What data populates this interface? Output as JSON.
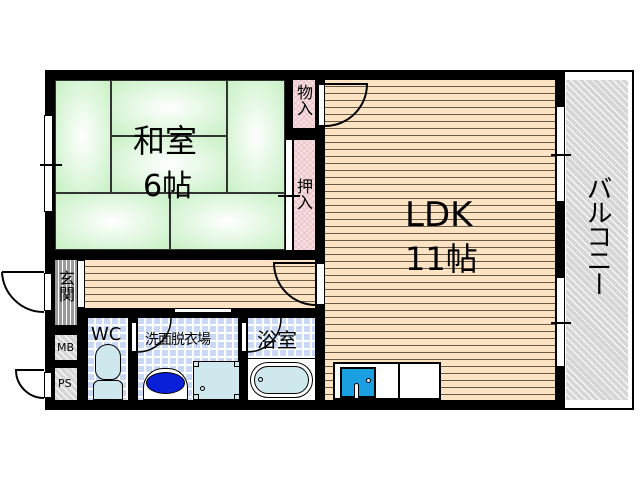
{
  "rooms": {
    "washitsu": {
      "name": "和室",
      "size": "6帖"
    },
    "ldk": {
      "name": "LDK",
      "size": "11帖"
    },
    "balcony": {
      "name": "バルコニー"
    },
    "closet_small": {
      "name": "物入"
    },
    "closet_oshiire": {
      "name": "押入"
    },
    "entrance": {
      "name": "玄関"
    },
    "wc": {
      "name": "WC"
    },
    "washroom": {
      "name": "洗面脱衣場"
    },
    "bath": {
      "name": "浴室"
    },
    "mb": {
      "name": "MB"
    },
    "ps": {
      "name": "PS"
    }
  },
  "colors": {
    "wall": "#000000",
    "tatami": "#d8f5d6",
    "flooring": "#fbe3c4",
    "tile": "#c9d8f4",
    "closet": "#f8dfe2",
    "balcony": "#d6d6d6",
    "sink": "#1a9fe0",
    "washbasin": "#0a1fd8",
    "fixture": "#cfe8ee"
  }
}
